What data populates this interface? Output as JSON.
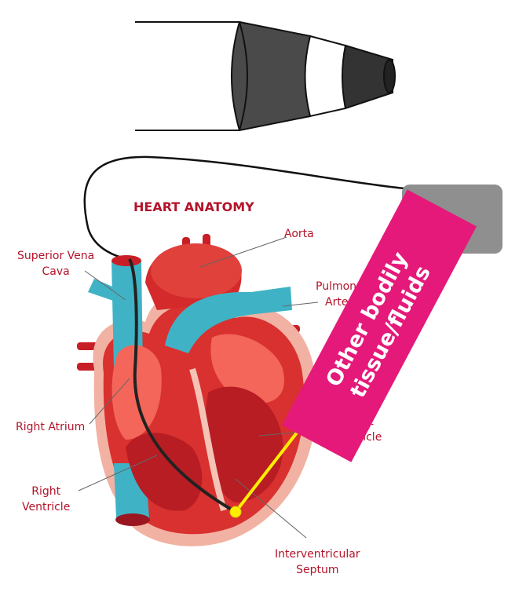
{
  "title": "HEART ANATOMY",
  "labels": {
    "aorta": "Aorta",
    "pulmonary_artery": [
      "Pulmona",
      "Arte"
    ],
    "superior_vena_cava": [
      "Superior Vena",
      "Cava"
    ],
    "right_atrium": "Right Atrium",
    "right_ventricle": [
      "Right",
      "Ventricle"
    ],
    "left_ventricle": [
      "Left",
      "Ventricle"
    ],
    "interventricular_septum": [
      "Interventricular",
      "Septum"
    ]
  },
  "banner": [
    "Other bodily",
    "tissue/fluids"
  ],
  "colors": {
    "label_red": "#b3132a",
    "heart_red": "#d9312f",
    "vessel_blue": "#3fb3c5",
    "banner_pink": "#e5197a",
    "probe_yellow": "#ffee00",
    "device_gray": "#8f8f8f"
  }
}
